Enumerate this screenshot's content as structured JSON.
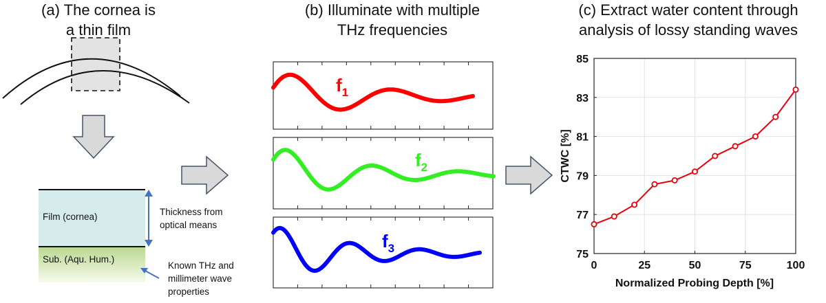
{
  "panel_a": {
    "title_line1": "(a) The cornea is",
    "title_line2": "a thin film",
    "film_label": "Film (cornea)",
    "substrate_label": "Sub. (Aqu. Hum.)",
    "thickness_note_line1": "Thickness from",
    "thickness_note_line2": "optical means",
    "known_note_line1": "Known THz and",
    "known_note_line2": "millimeter wave",
    "known_note_line3": "properties",
    "colors": {
      "film": "#d6ecec",
      "substrate_top": "#c5dea0",
      "arrow": "#4472c4"
    }
  },
  "panel_b": {
    "title_line1": "(b) Illuminate with multiple",
    "title_line2": "THz frequencies",
    "waves": [
      {
        "label": "f",
        "subscript": "1",
        "color": "#ff0000"
      },
      {
        "label": "f",
        "subscript": "2",
        "color": "#33ee22"
      },
      {
        "label": "f",
        "subscript": "3",
        "color": "#0000ff"
      }
    ]
  },
  "panel_c": {
    "title_line1": "(c) Extract water content through",
    "title_line2": "analysis of lossy standing waves"
  },
  "chart_data": {
    "type": "line",
    "title": "",
    "xlabel": "Normalized Probing Depth [%]",
    "ylabel": "CTWC [%]",
    "xlim": [
      0,
      100
    ],
    "ylim": [
      75,
      85
    ],
    "xticks": [
      0,
      25,
      50,
      75,
      100
    ],
    "yticks": [
      75,
      77,
      79,
      81,
      83,
      85
    ],
    "grid": true,
    "series": [
      {
        "color": "#e8000b",
        "marker": "circle",
        "x": [
          0,
          10,
          20,
          30,
          40,
          50,
          60,
          70,
          80,
          90,
          100
        ],
        "y": [
          76.5,
          76.9,
          77.5,
          78.55,
          78.75,
          79.2,
          80.0,
          80.5,
          81.0,
          82.0,
          83.4
        ]
      }
    ]
  }
}
